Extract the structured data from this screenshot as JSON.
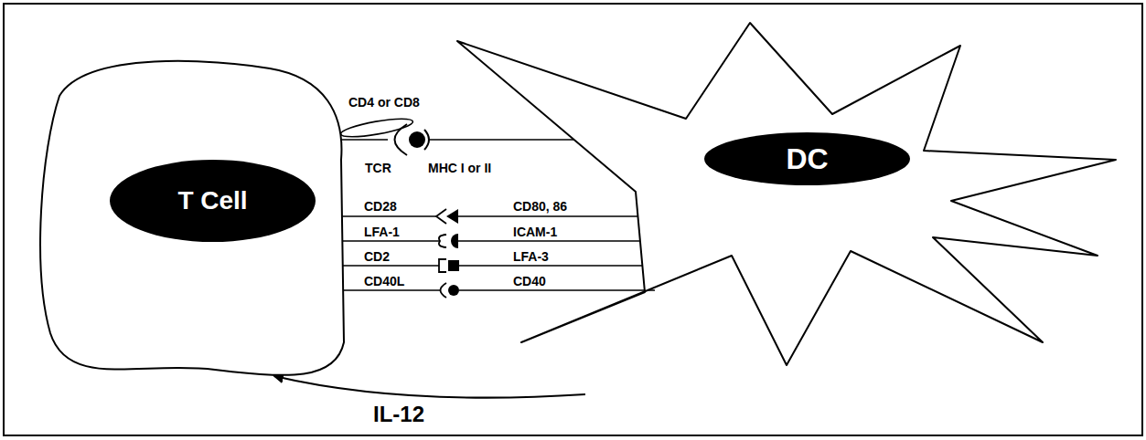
{
  "diagram": {
    "nodes": [
      {
        "text": [
          "T Cell"
        ]
      },
      {
        "text": [
          "DC"
        ]
      }
    ],
    "edges": [
      {
        "from": 0,
        "to": 1,
        "arrow": "none"
      },
      {
        "from": 0,
        "to": 1,
        "arrow": "none"
      },
      {
        "from": 0,
        "to": 1,
        "arrow": "none"
      },
      {
        "from": 0,
        "to": 1,
        "arrow": "none"
      },
      {
        "from": 0,
        "to": 1,
        "arrow": "none"
      },
      {
        "from": 1,
        "to": 0,
        "arrow": "to",
        "label": "IL-12"
      }
    ],
    "labels": [
      "CD4 or CD8",
      "TCR",
      "MHC I or II",
      "CD28",
      "CD80, 86",
      "LFA-1",
      "ICAM-1",
      "CD2",
      "LFA-3",
      "CD40L",
      "CD40"
    ]
  }
}
